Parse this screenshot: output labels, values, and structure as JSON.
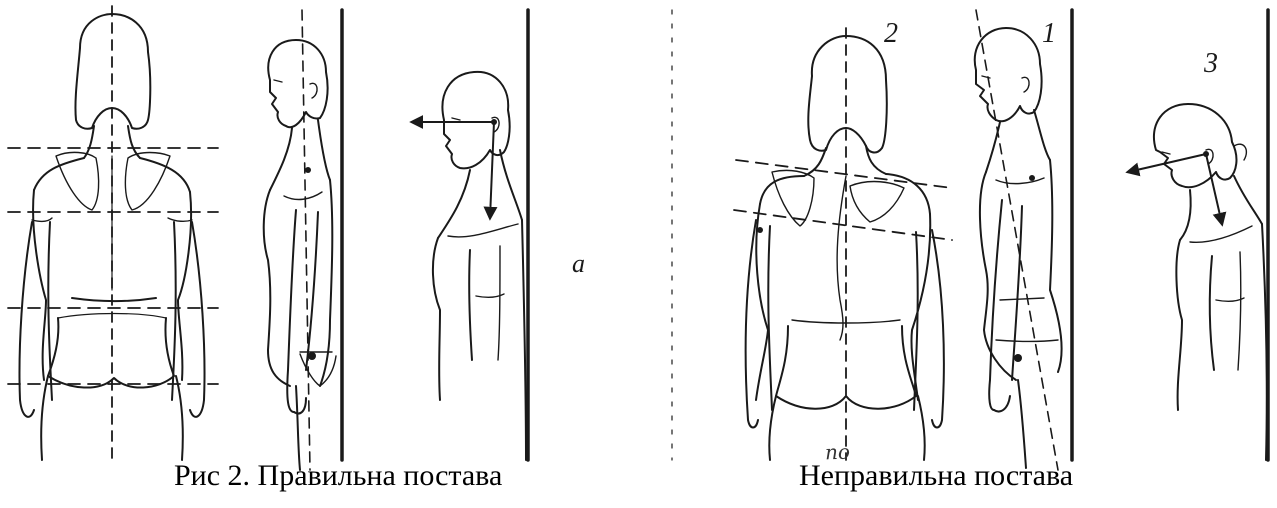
{
  "captions": {
    "left": "Рис 2. Правильна постава",
    "right": "Неправильна постава"
  },
  "figure_labels": {
    "a": "a",
    "n1": "1",
    "n2": "2",
    "n3": "3",
    "handwritten": "пo"
  },
  "colors": {
    "ink": "#1a1a1a",
    "background": "#ffffff"
  }
}
